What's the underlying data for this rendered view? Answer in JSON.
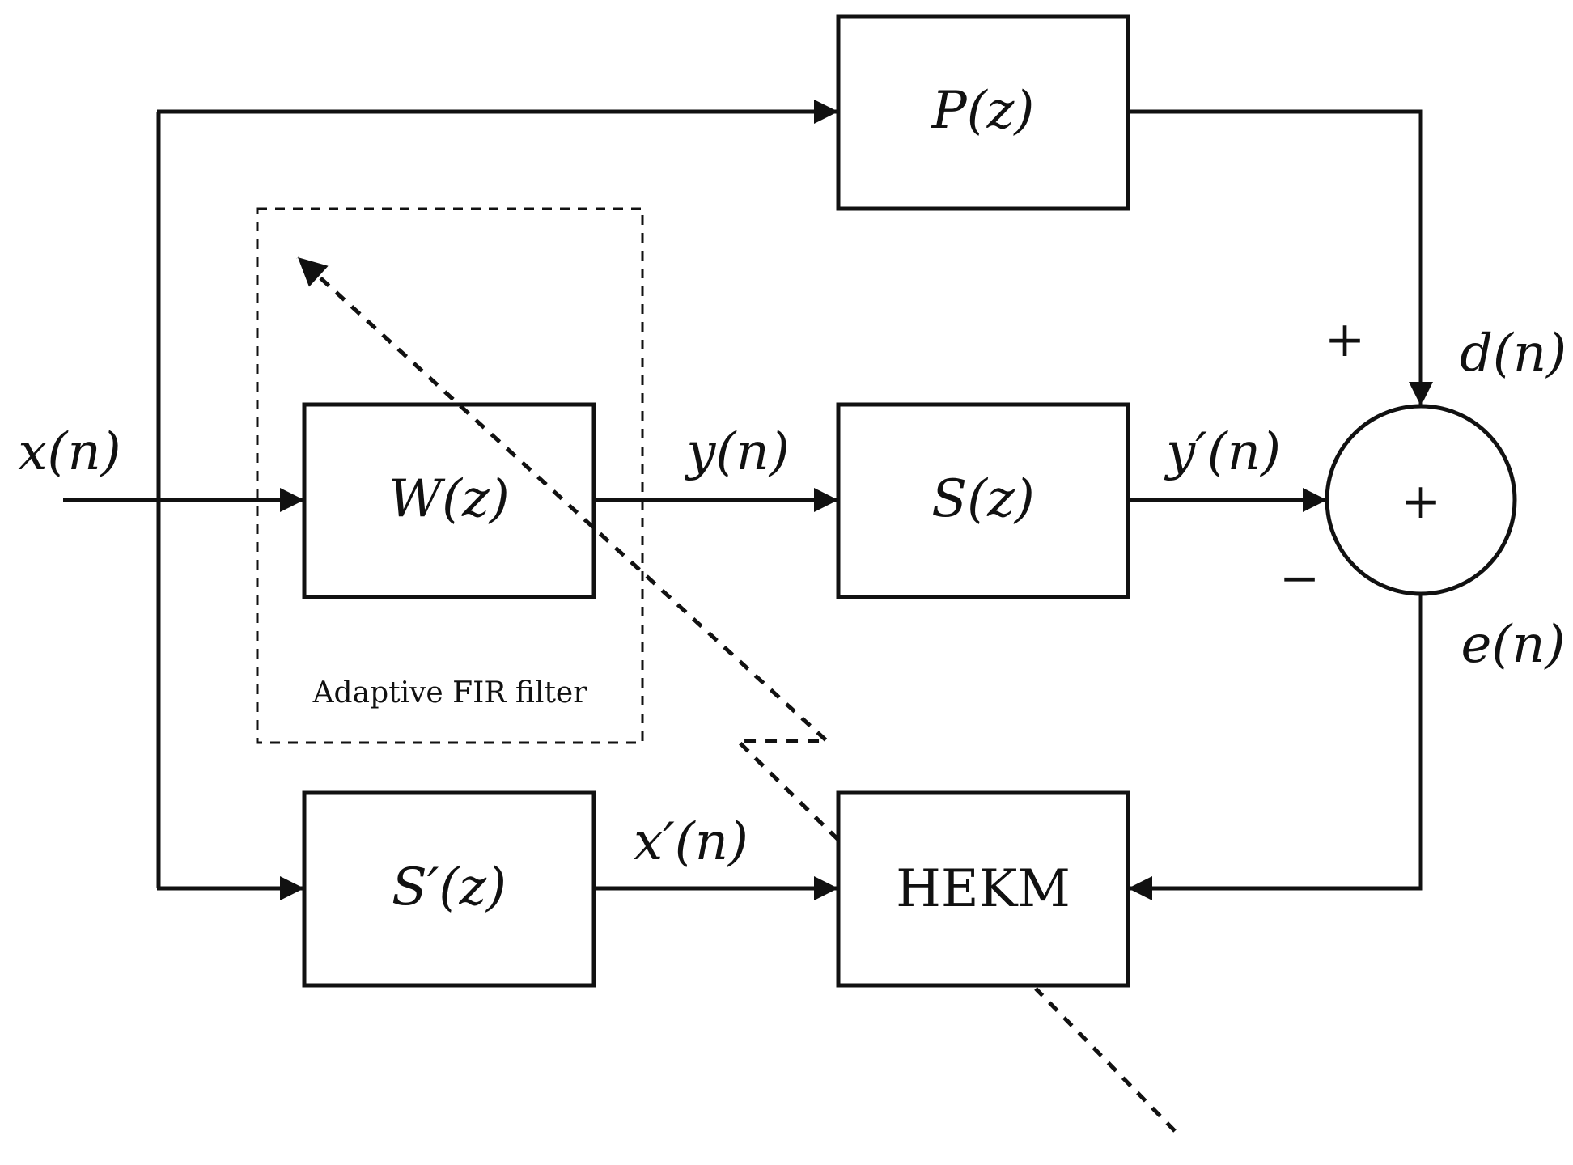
{
  "blocks": {
    "primary_path": "P(z)",
    "adaptive_filter": "W(z)",
    "secondary_path": "S(z)",
    "secondary_path_estimate": "S′(z)",
    "adaptation_algorithm": "HEKM"
  },
  "signals": {
    "reference_input": "x(n)",
    "filter_output": "y(n)",
    "secondary_output": "y′(n)",
    "desired": "d(n)",
    "error": "e(n)",
    "filtered_reference": "x′(n)"
  },
  "summing_junction": {
    "symbol": "+",
    "plus_sign": "+",
    "minus_sign": "−"
  },
  "adaptive_region_caption": "Adaptive FIR filter",
  "colors": {
    "stroke": "#111111",
    "background": "#ffffff"
  }
}
